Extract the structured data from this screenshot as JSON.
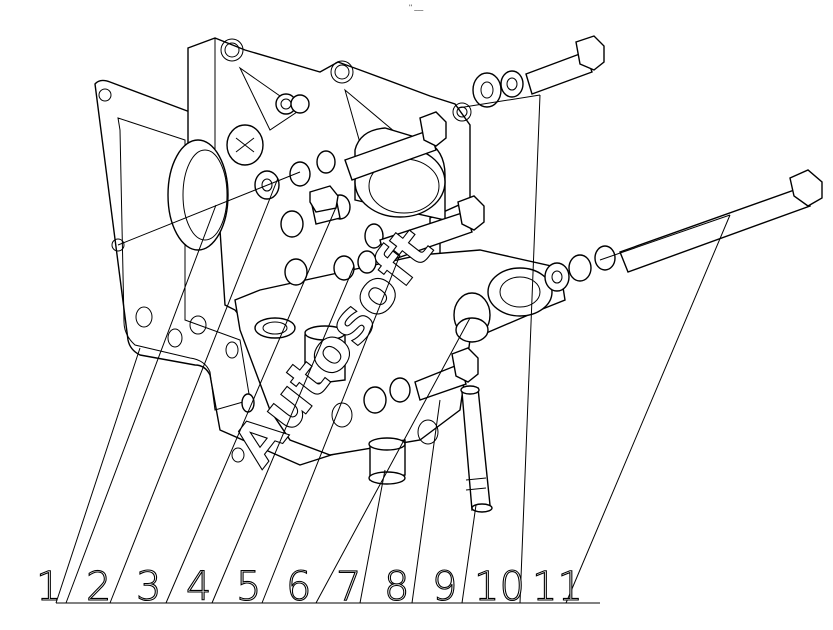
{
  "figure": {
    "top_mark": "'' ___",
    "watermark": "Autosoft"
  },
  "callouts": [
    "1",
    "2",
    "3",
    "4",
    "5",
    "6",
    "7",
    "8",
    "9",
    "10",
    "11"
  ]
}
